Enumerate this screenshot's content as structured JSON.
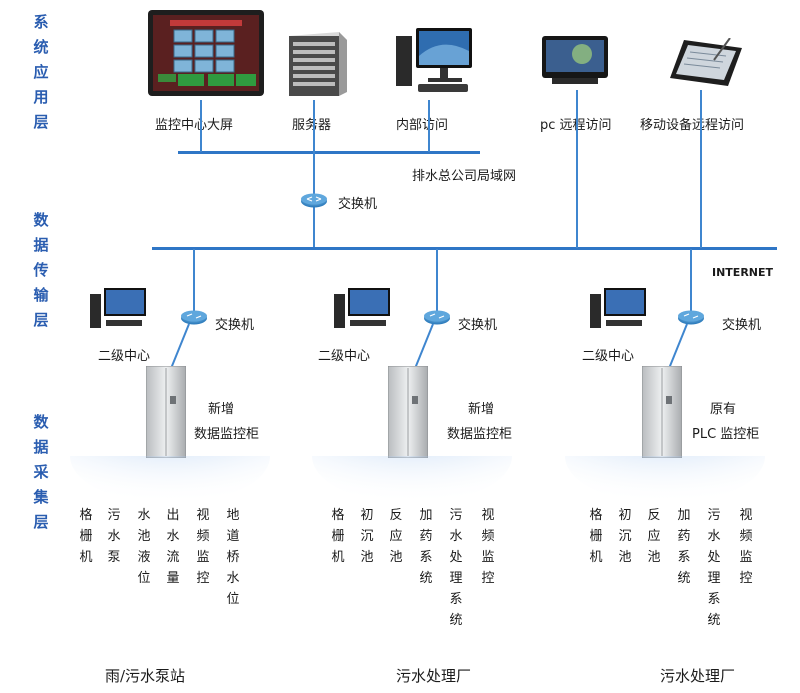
{
  "layers": {
    "app": "系统应用层",
    "transport": "数据传输层",
    "collect": "数据采集层"
  },
  "app_devices": [
    "监控中心大屏",
    "服务器",
    "内部访问",
    "pc 远程访问",
    "移动设备远程访问"
  ],
  "lan_label": "排水总公司局域网",
  "main_switch": "交换机",
  "internet": "INTERNET",
  "sites": [
    {
      "switch": "交换机",
      "center": "二级中心",
      "cabinet_l1": "新增",
      "cabinet_l2": "数据监控柜",
      "items": [
        "格栅机",
        "污水泵",
        "水池液位",
        "出水流量",
        "视频监控",
        "地道桥水位"
      ],
      "name": "雨/污水泵站"
    },
    {
      "switch": "交换机",
      "center": "二级中心",
      "cabinet_l1": "新增",
      "cabinet_l2": "数据监控柜",
      "items": [
        "格栅机",
        "初沉池",
        "反应池",
        "加药系统",
        "污水处理系统",
        "视频监控"
      ],
      "name": "污水处理厂"
    },
    {
      "switch": "交换机",
      "center": "二级中心",
      "cabinet_l1": "原有",
      "cabinet_l2": "PLC 监控柜",
      "items": [
        "格栅机",
        "初沉池",
        "反应池",
        "加药系统",
        "污水处理系统",
        "视频监控"
      ],
      "name": "污水处理厂"
    }
  ]
}
